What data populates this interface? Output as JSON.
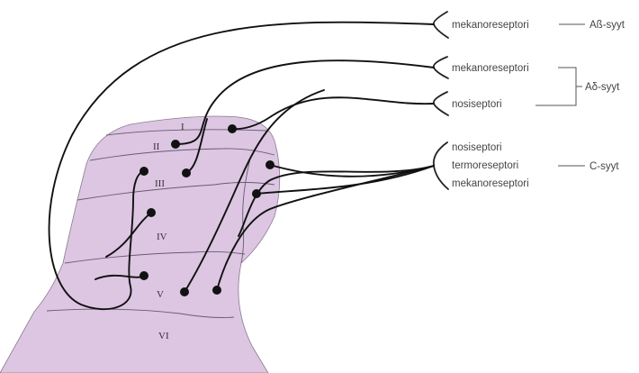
{
  "colors": {
    "lamina_fill": "#dcc6e2",
    "fiber": "#111111",
    "text": "#444444"
  },
  "laminae": [
    "I",
    "II",
    "III",
    "IV",
    "V",
    "VI"
  ],
  "receptors": {
    "r1": "mekanoreseptori",
    "r2": "mekanoreseptori",
    "r3": "nosiseptori",
    "r4": "nosiseptori",
    "r5": "termoreseptori",
    "r6": "mekanoreseptori"
  },
  "fiber_types": {
    "abeta": "Aß-syyt",
    "adelta": "Aδ-syyt",
    "c": "C-syyt"
  }
}
